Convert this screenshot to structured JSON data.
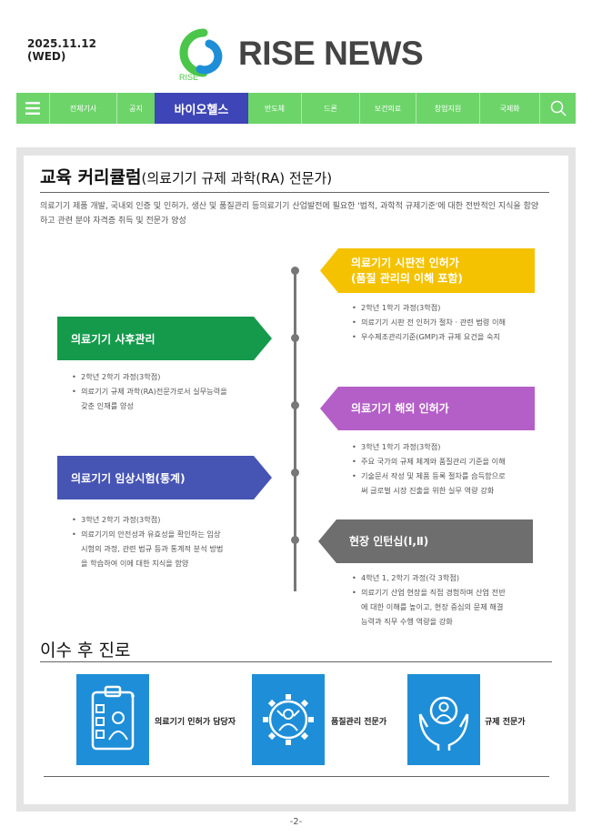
{
  "header": {
    "date": "2025.11.12",
    "weekday": "(WED)",
    "logo_small": "RISE",
    "brand": "RISE NEWS"
  },
  "nav": {
    "items": [
      "전체기사",
      "공지",
      "바이오헬스",
      "반도체",
      "드론",
      "보건의료",
      "창업지원",
      "국제화"
    ],
    "active": "바이오헬스"
  },
  "article": {
    "title": "교육 커리큘럼",
    "title_sub": "(의료기기 규제 과학(RA) 전문가)",
    "intro": "의료기기 제품 개발, 국내외 인증 및 인허가, 생산 및 품질관리 등의료기기 산업발전에 필요한 '법적, 과학적 규제기준'에 대한 전반적인 지식을 함양하고 관련 분야 자격증 취득 및 전문가 양성"
  },
  "curriculum": [
    {
      "title": "의료기기 시판전 인허가",
      "title2": "(품질 관리의 이해 포함)",
      "color": "#f5c200",
      "bullets": [
        "2학년 1학기 과정(3학점)",
        "의료기기 시판 전 인허가 절차 · 관련 법령 이해",
        "우수제조관리기준(GMP)과 규제 요건을 숙지"
      ]
    },
    {
      "title": "의료기기 사후관리",
      "color": "#159a4c",
      "bullets": [
        "2학년 2학기 과정(3학점)",
        "의료기기 규제 과학(RA)전문가로서 실무능력을",
        "갖춘 인재를 양성"
      ]
    },
    {
      "title": "의료기기 해외 인허가",
      "color": "#b45fc7",
      "bullets": [
        "3학년 1학기 과정(3학점)",
        "주요 국가의 규제 체계와 품질관리 기준을 이해",
        "기술문서 작성 및 제품 등록 절차를 습득함으로",
        "써 글로벌 시장 진출을 위한 실무 역량 강화"
      ]
    },
    {
      "title": "의료기기 임상시험(통계)",
      "color": "#4654b4",
      "bullets": [
        "3학년 2학기 과정(3학점)",
        "의료기기의 안전성과 유효성을 확인하는 임상",
        "시험의 과정, 관련 법규 등과 통계적 분석 방법",
        "을 학습하여 이에 대한 지식을 함양"
      ]
    },
    {
      "title": "현장 인턴십(Ⅰ,Ⅱ)",
      "color": "#6e6e6e",
      "bullets": [
        "4학년 1, 2학기 과정(각 3학점)",
        "의료기기 산업 현장을 직접 경험하며 산업 전반",
        "에 대한 이해를 높이고, 현장 중심의 문제 해결",
        "능력과 직무 수행 역량을 강화"
      ]
    }
  ],
  "careers": {
    "title": "이수 후 진로",
    "items": [
      {
        "label": "의료기기 인허가 담당자",
        "icon": "clipboard-person-icon"
      },
      {
        "label": "품질관리 전문가",
        "icon": "gear-person-icon"
      },
      {
        "label": "규제 전문가",
        "icon": "hands-person-icon"
      }
    ],
    "color": "#1e8ed8"
  },
  "footer": {
    "page": "-2-"
  },
  "colors": {
    "nav_bg": "#6dd46a",
    "nav_active": "#3e45b6"
  }
}
